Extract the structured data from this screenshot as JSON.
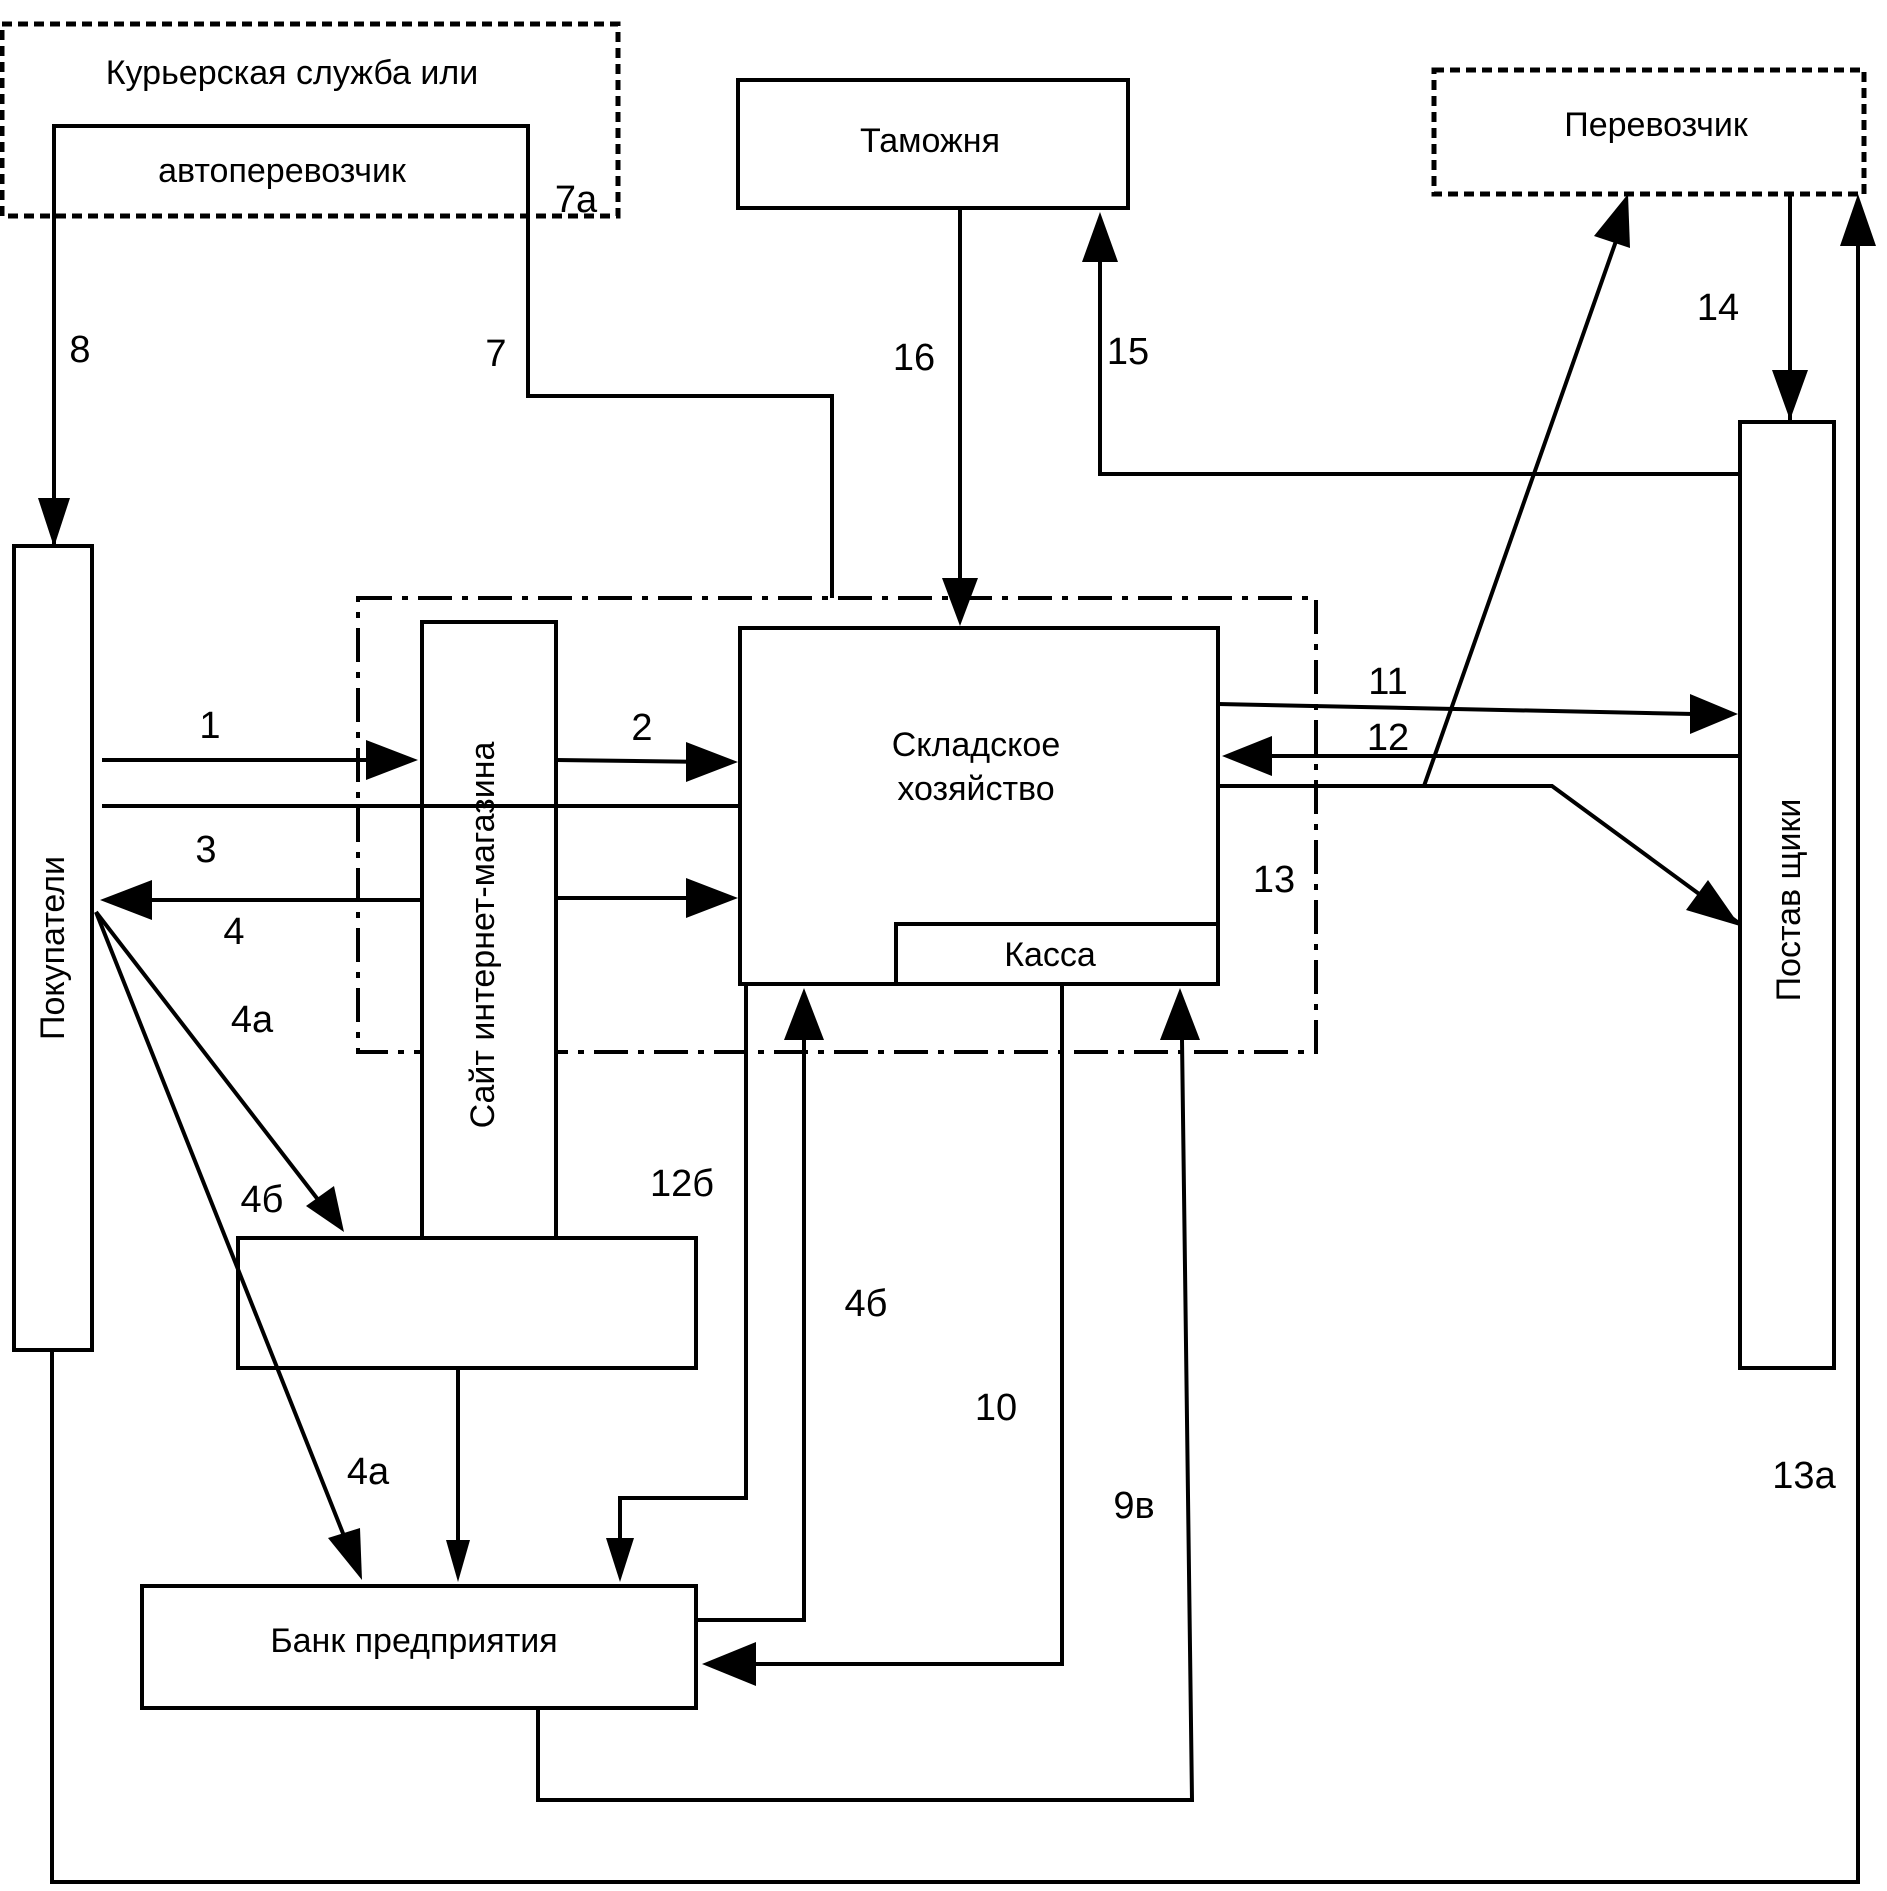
{
  "nodes": {
    "courier_line1": "Курьерская служба или",
    "courier_line2": "автоперевозчик",
    "customs": "Таможня",
    "carrier": "Перевозчик",
    "buyers": "Покупатели",
    "site": "Сайт интернет-магазина",
    "warehouse_line1": "Складское",
    "warehouse_line2": "хозяйство",
    "cashier": "Касса",
    "suppliers": "Постав щики",
    "bank": "Банк предприятия",
    "empty_box": ""
  },
  "flow_labels": {
    "f1": "1",
    "f2": "2",
    "f3": "3",
    "f4": "4",
    "f4a_top": "4а",
    "f4b_left": "4б",
    "f4a_bottom": "4а",
    "f4b_mid": "4б",
    "f7": "7",
    "f7a": "7а",
    "f8": "8",
    "f9v": "9в",
    "f10": "10",
    "f11": "11",
    "f12": "12",
    "f12b": "12б",
    "f13": "13",
    "f13a": "13а",
    "f14": "14",
    "f15": "15",
    "f16": "16"
  }
}
